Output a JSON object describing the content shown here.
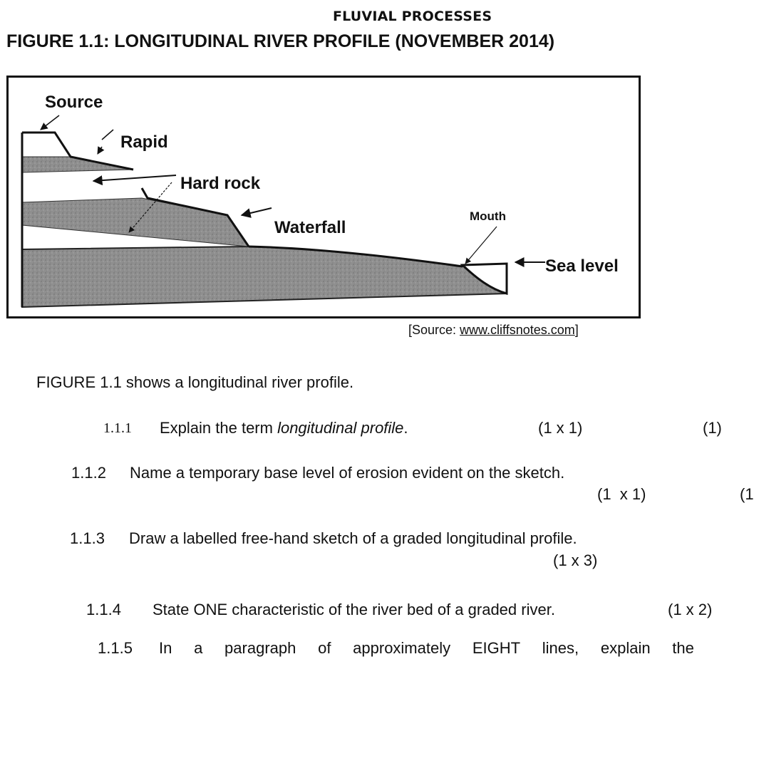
{
  "header": {
    "section": "FLUVIAL PROCESSES",
    "figure_title": "FIGURE 1.1: LONGITUDINAL RIVER PROFILE (NOVEMBER 2014)"
  },
  "figure": {
    "labels": {
      "source": "Source",
      "rapid": "Rapid",
      "hard_rock": "Hard rock",
      "waterfall": "Waterfall",
      "mouth": "Mouth",
      "sea_level": "Sea level"
    },
    "source_prefix": "[Source: ",
    "source_link": "www.cliffsnotes.com",
    "source_suffix": "]"
  },
  "intro": "FIGURE 1.1 shows a longitudinal river profile.",
  "questions": {
    "q1": {
      "num": "1.1.1",
      "text_before": "Explain the term ",
      "text_italic": "longitudinal profile",
      "text_after": ".",
      "marks": "(1 x 1)",
      "total": "(1)"
    },
    "q2": {
      "num": "1.1.2",
      "text": "Name a temporary base level of erosion evident on the sketch.",
      "marks": "(1  x 1)",
      "total": "(1"
    },
    "q3": {
      "num": "1.1.3",
      "text": "Draw a labelled free-hand sketch of a graded longitudinal profile.",
      "marks": "(1 x 3)"
    },
    "q4": {
      "num": "1.1.4",
      "text": "State ONE characteristic of the river bed of a graded river.",
      "marks": "(1 x 2)"
    },
    "q5": {
      "num": "1.1.5",
      "words": [
        "In",
        "a",
        "paragraph",
        "of",
        "approximately",
        "EIGHT",
        "lines,",
        "explain",
        "the"
      ]
    }
  }
}
